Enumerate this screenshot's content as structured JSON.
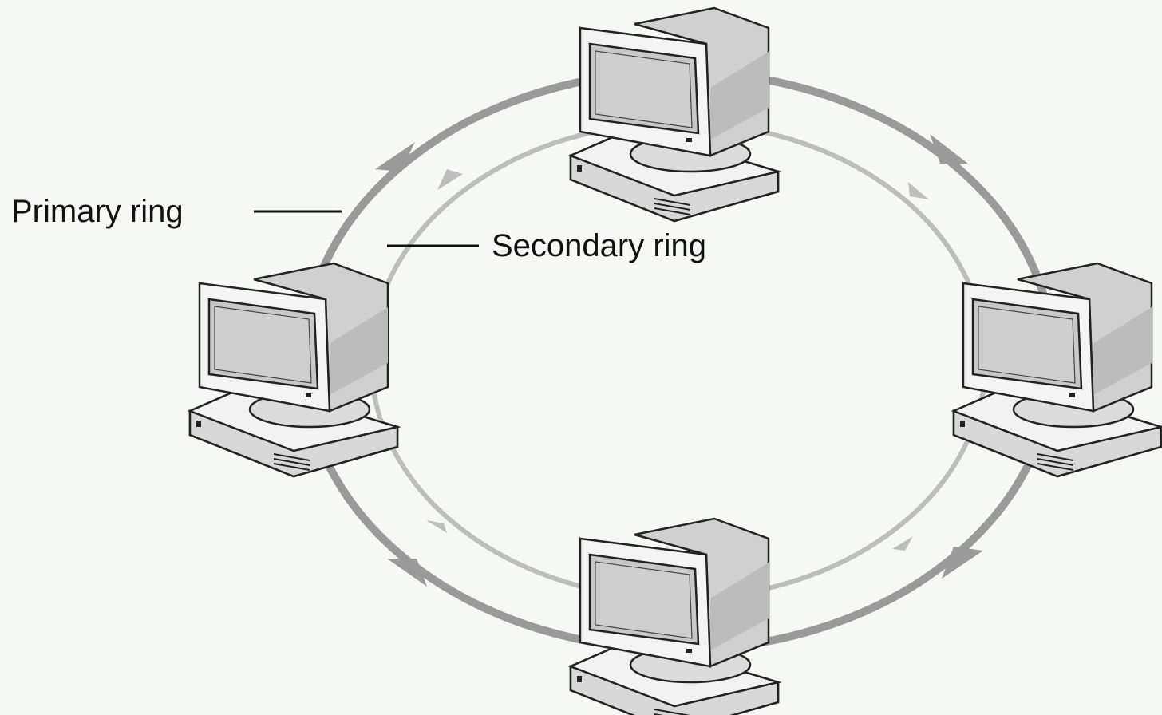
{
  "labels": {
    "primary_ring": "Primary ring",
    "secondary_ring": "Secondary ring"
  },
  "nodes": [
    {
      "id": "top"
    },
    {
      "id": "left"
    },
    {
      "id": "right"
    },
    {
      "id": "bottom"
    }
  ],
  "rings": {
    "primary": {
      "direction": "clockwise",
      "color": "#9a9a9a",
      "arrow_count": 4
    },
    "secondary": {
      "direction": "counterclockwise",
      "color": "#bdbdbd",
      "arrow_count": 4
    }
  },
  "colors": {
    "background": "#f6f8f6",
    "computer_face": "#f4f4f4",
    "computer_side": "#d2d2d2",
    "screen": "#c8c8c8",
    "outline": "#222222",
    "label_line": "#111111"
  },
  "icons": [
    "computer-icon"
  ]
}
